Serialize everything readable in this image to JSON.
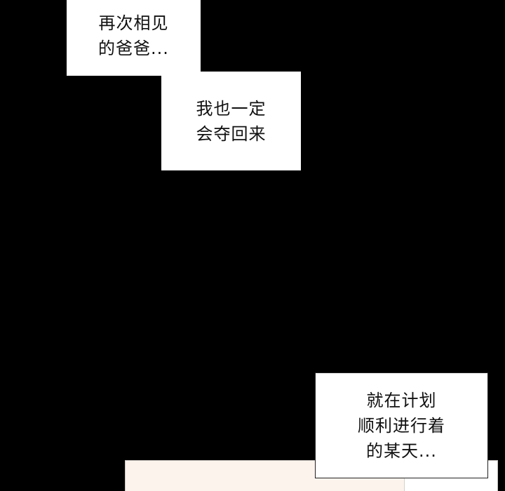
{
  "captions": [
    {
      "id": "cap1",
      "text": "再次相见\n的爸爸..."
    },
    {
      "id": "cap2",
      "text": "我也一定\n会夺回来"
    },
    {
      "id": "cap3",
      "text": "就在计划\n顺利进行着\n的某天..."
    }
  ],
  "colors": {
    "background": "#000000",
    "caption_bg": "#ffffff",
    "caption_text": "#111111",
    "panel_warm": "#fcf3ec",
    "panel_white": "#ffffff"
  }
}
